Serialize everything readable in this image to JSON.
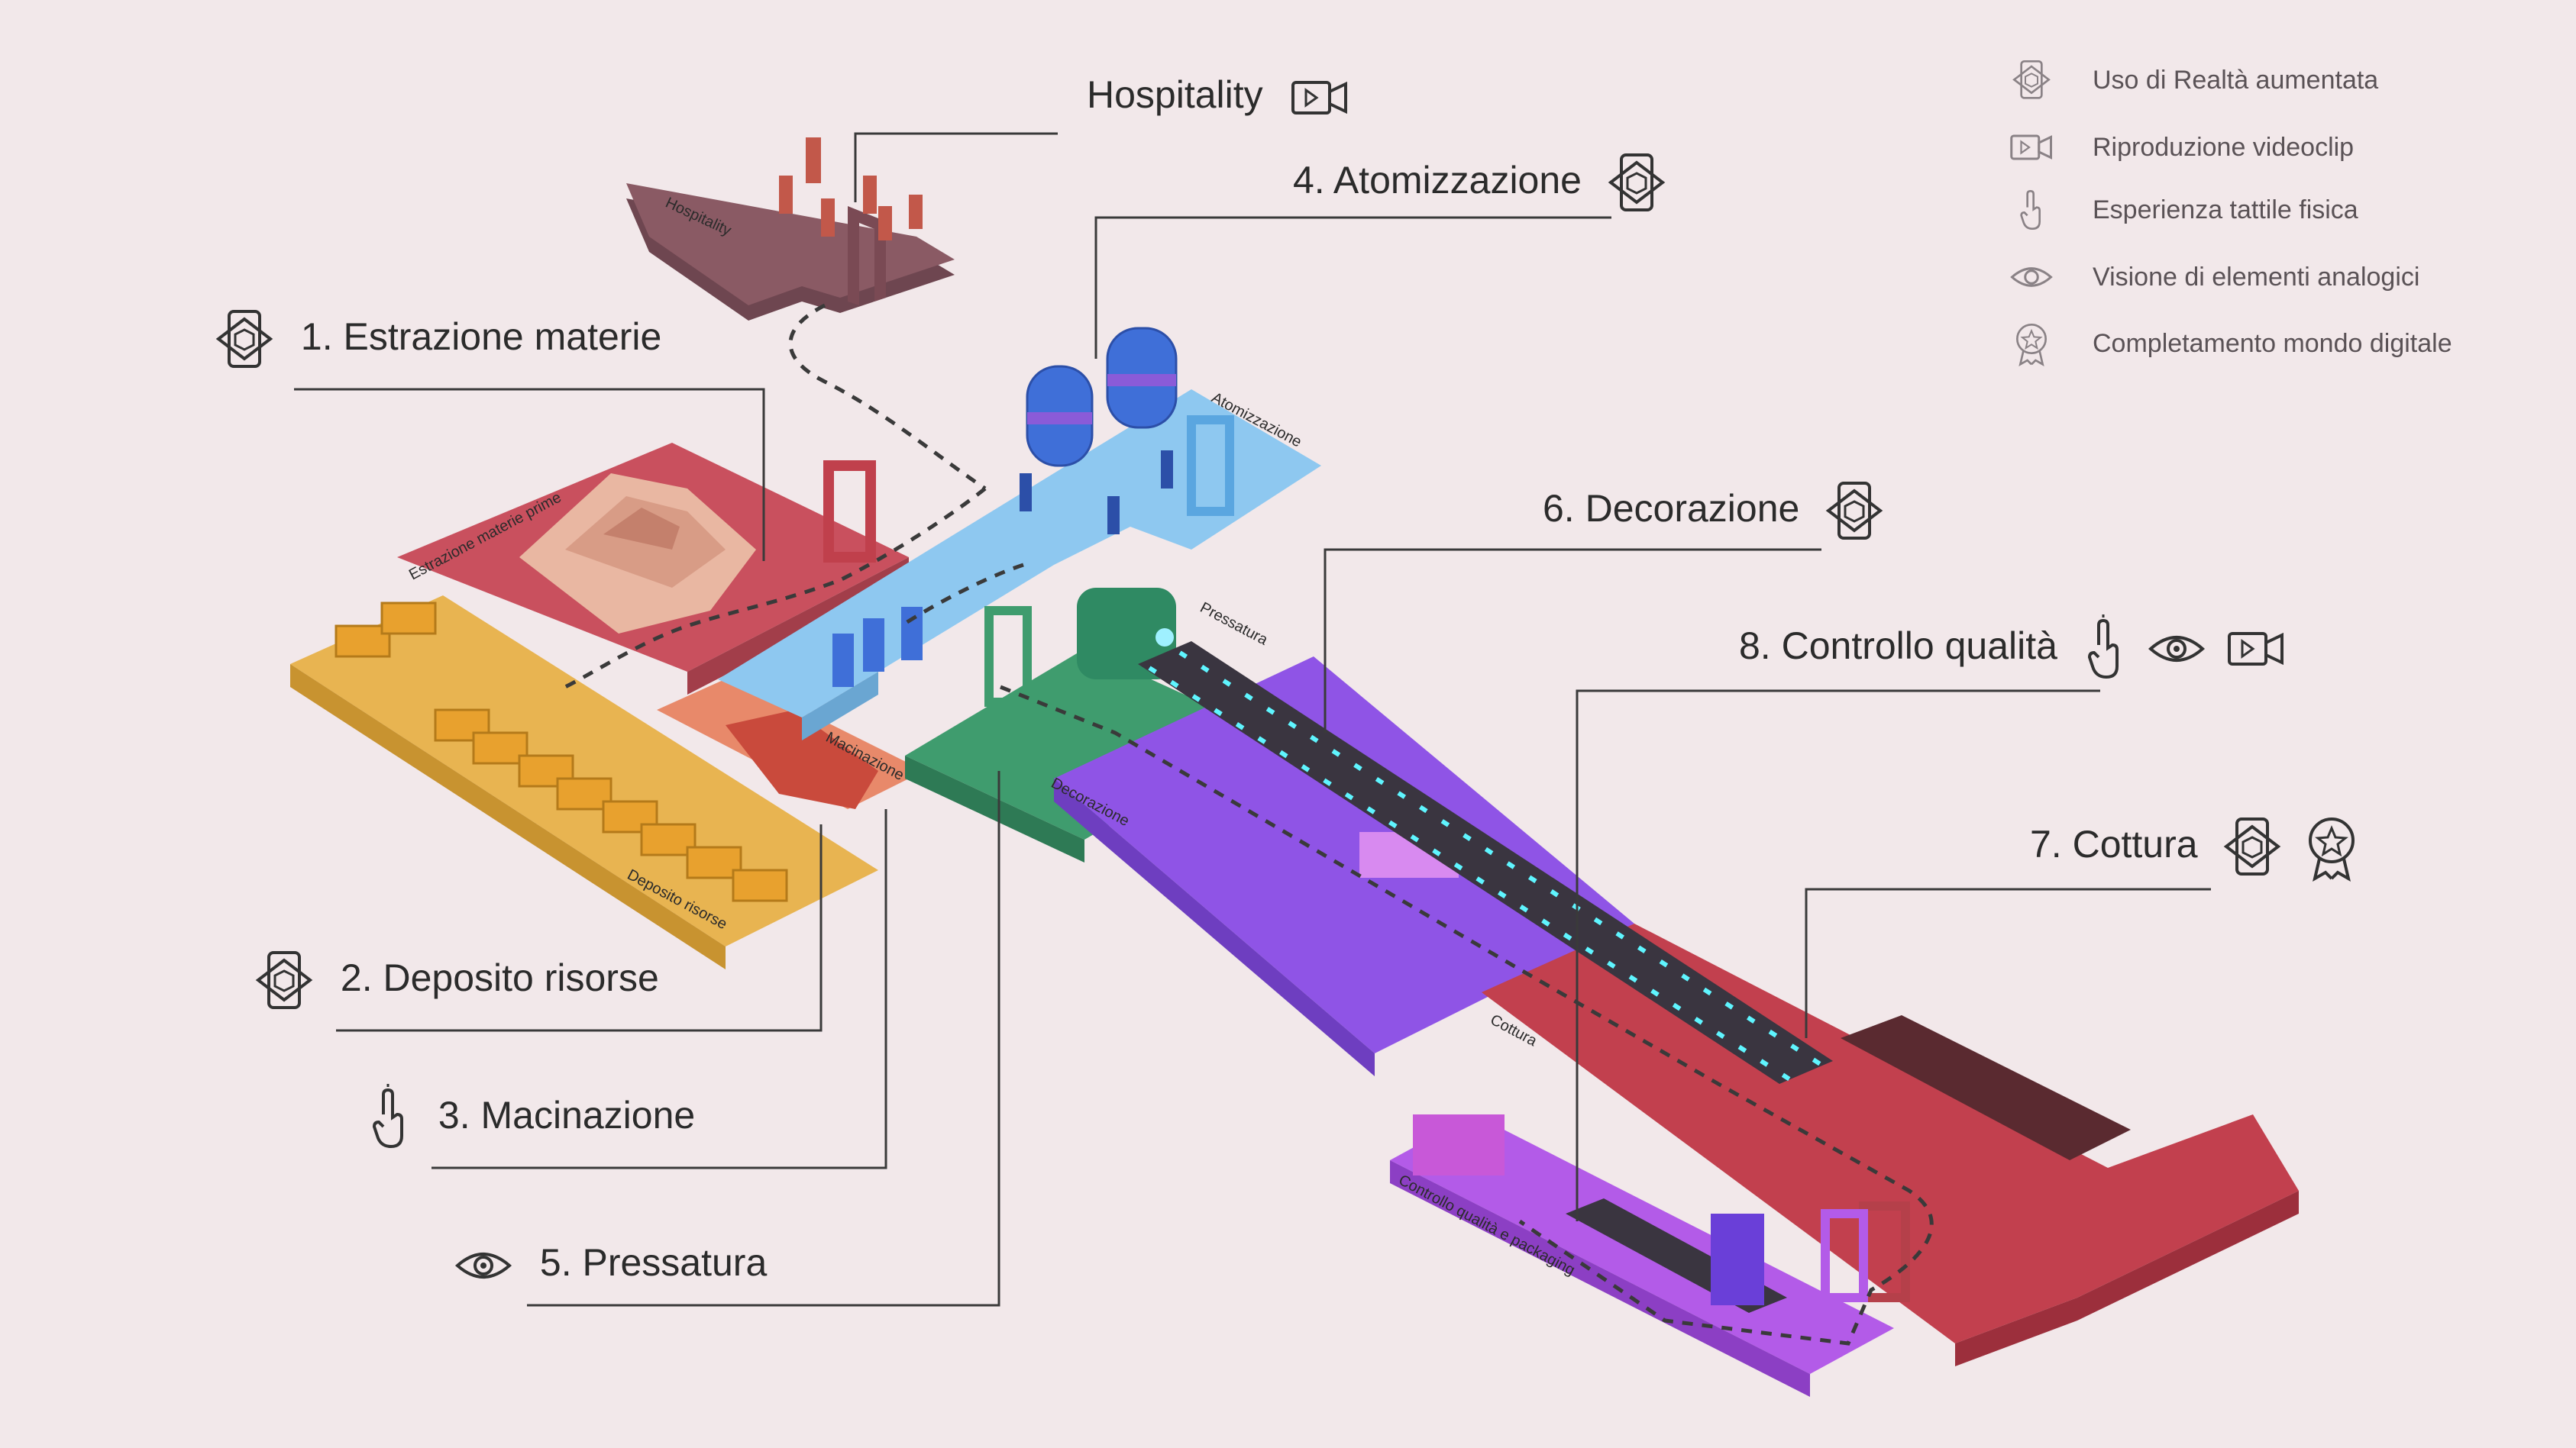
{
  "colors": {
    "background": "#f2e8ea",
    "hospitality": "#8a5a64",
    "estrazione": "#c9505e",
    "deposito": "#e8b451",
    "macinazione": "#e8896a",
    "atomizzazione": "#8ec8f0",
    "pressatura": "#3f9c6e",
    "decorazione": "#8f54e6",
    "cottura": "#c2404e",
    "controllo": "#b35be8",
    "line": "#3a3a3a"
  },
  "legend": [
    {
      "icon": "ar-phone-icon",
      "label": "Uso di Realtà aumentata"
    },
    {
      "icon": "video-icon",
      "label": "Riproduzione videoclip"
    },
    {
      "icon": "touch-icon",
      "label": "Esperienza tattile fisica"
    },
    {
      "icon": "eye-icon",
      "label": "Visione di elementi analogici"
    },
    {
      "icon": "badge-icon",
      "label": "Completamento mondo digitale"
    }
  ],
  "callouts": {
    "hospitality": {
      "label": "Hospitality",
      "icons": [
        "video-icon"
      ]
    },
    "atomizzazione": {
      "label": "4. Atomizzazione",
      "icons": [
        "ar-phone-icon"
      ]
    },
    "estrazione": {
      "label": "1. Estrazione materie",
      "icons": [
        "ar-phone-icon"
      ]
    },
    "decorazione": {
      "label": "6. Decorazione",
      "icons": [
        "ar-phone-icon"
      ]
    },
    "controllo": {
      "label": "8. Controllo qualità",
      "icons": [
        "touch-icon",
        "eye-icon",
        "video-icon"
      ]
    },
    "cottura": {
      "label": "7. Cottura",
      "icons": [
        "ar-phone-icon",
        "badge-icon"
      ]
    },
    "deposito": {
      "label": "2. Deposito risorse",
      "icons": [
        "ar-phone-icon"
      ]
    },
    "macinazione": {
      "label": "3. Macinazione",
      "icons": [
        "touch-icon"
      ]
    },
    "pressatura": {
      "label": "5. Pressatura",
      "icons": [
        "eye-icon"
      ]
    }
  },
  "floor_labels": {
    "hospitality": "Hospitality",
    "estrazione": "Estrazione materie prime",
    "deposito": "Deposito risorse",
    "macinazione": "Macinazione",
    "atomizzazione": "Atomizzazione",
    "pressatura": "Pressatura",
    "decorazione": "Decorazione",
    "cottura": "Cottura",
    "controllo": "Controllo qualità e packaging"
  }
}
